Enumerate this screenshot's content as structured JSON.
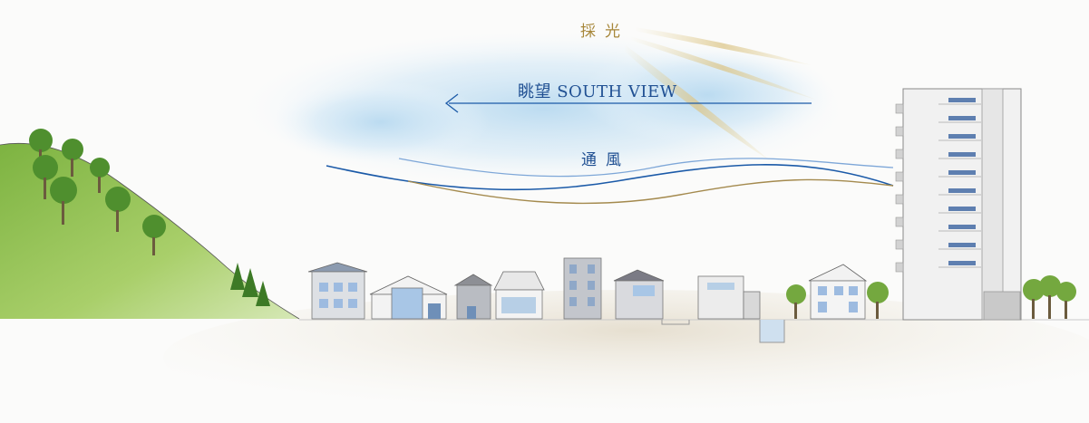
{
  "labels": {
    "sunlight": "採光",
    "view": "眺望 SOUTH VIEW",
    "ventilation": "通風"
  },
  "colors": {
    "sunlight_text": "#a7873a",
    "view_text": "#1f4f92",
    "wind_text": "#1f4f92",
    "arrow_blue": "#1b5aa8",
    "wind_gold": "#a48a4e",
    "building": "#f1f1f1",
    "hill_green": "#8cbf4e",
    "ground": "#ece7dc"
  },
  "icons": [
    "sun-ray-icon",
    "arrow-left-icon",
    "wind-line-icon",
    "tree-icon",
    "house-icon",
    "apartment-building-icon"
  ]
}
